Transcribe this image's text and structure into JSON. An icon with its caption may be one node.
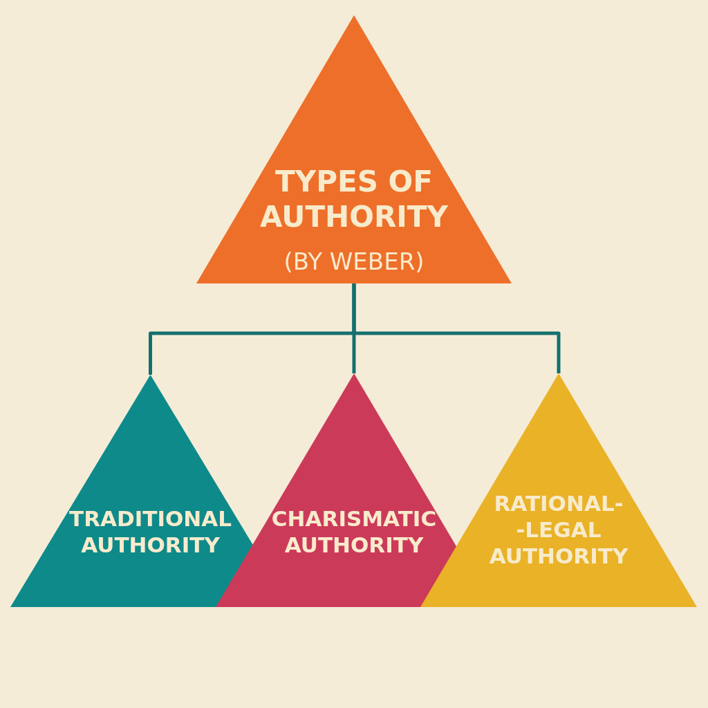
{
  "diagram": {
    "nodes": [
      {
        "text": [
          "TYPES OF AUTHORITY",
          "(BY WEBER)"
        ]
      },
      {
        "text": [
          "TRADITIONAL AUTHORITY"
        ]
      },
      {
        "text": [
          "CHARISMATIC AUTHORITY"
        ]
      },
      {
        "text": [
          "RATIONAL- -LEGAL AUTHORITY"
        ]
      }
    ],
    "edges": [
      {
        "from": 0,
        "to": 1,
        "arrow": "none"
      },
      {
        "from": 0,
        "to": 2,
        "arrow": "none"
      },
      {
        "from": 0,
        "to": 3,
        "arrow": "none"
      }
    ]
  }
}
